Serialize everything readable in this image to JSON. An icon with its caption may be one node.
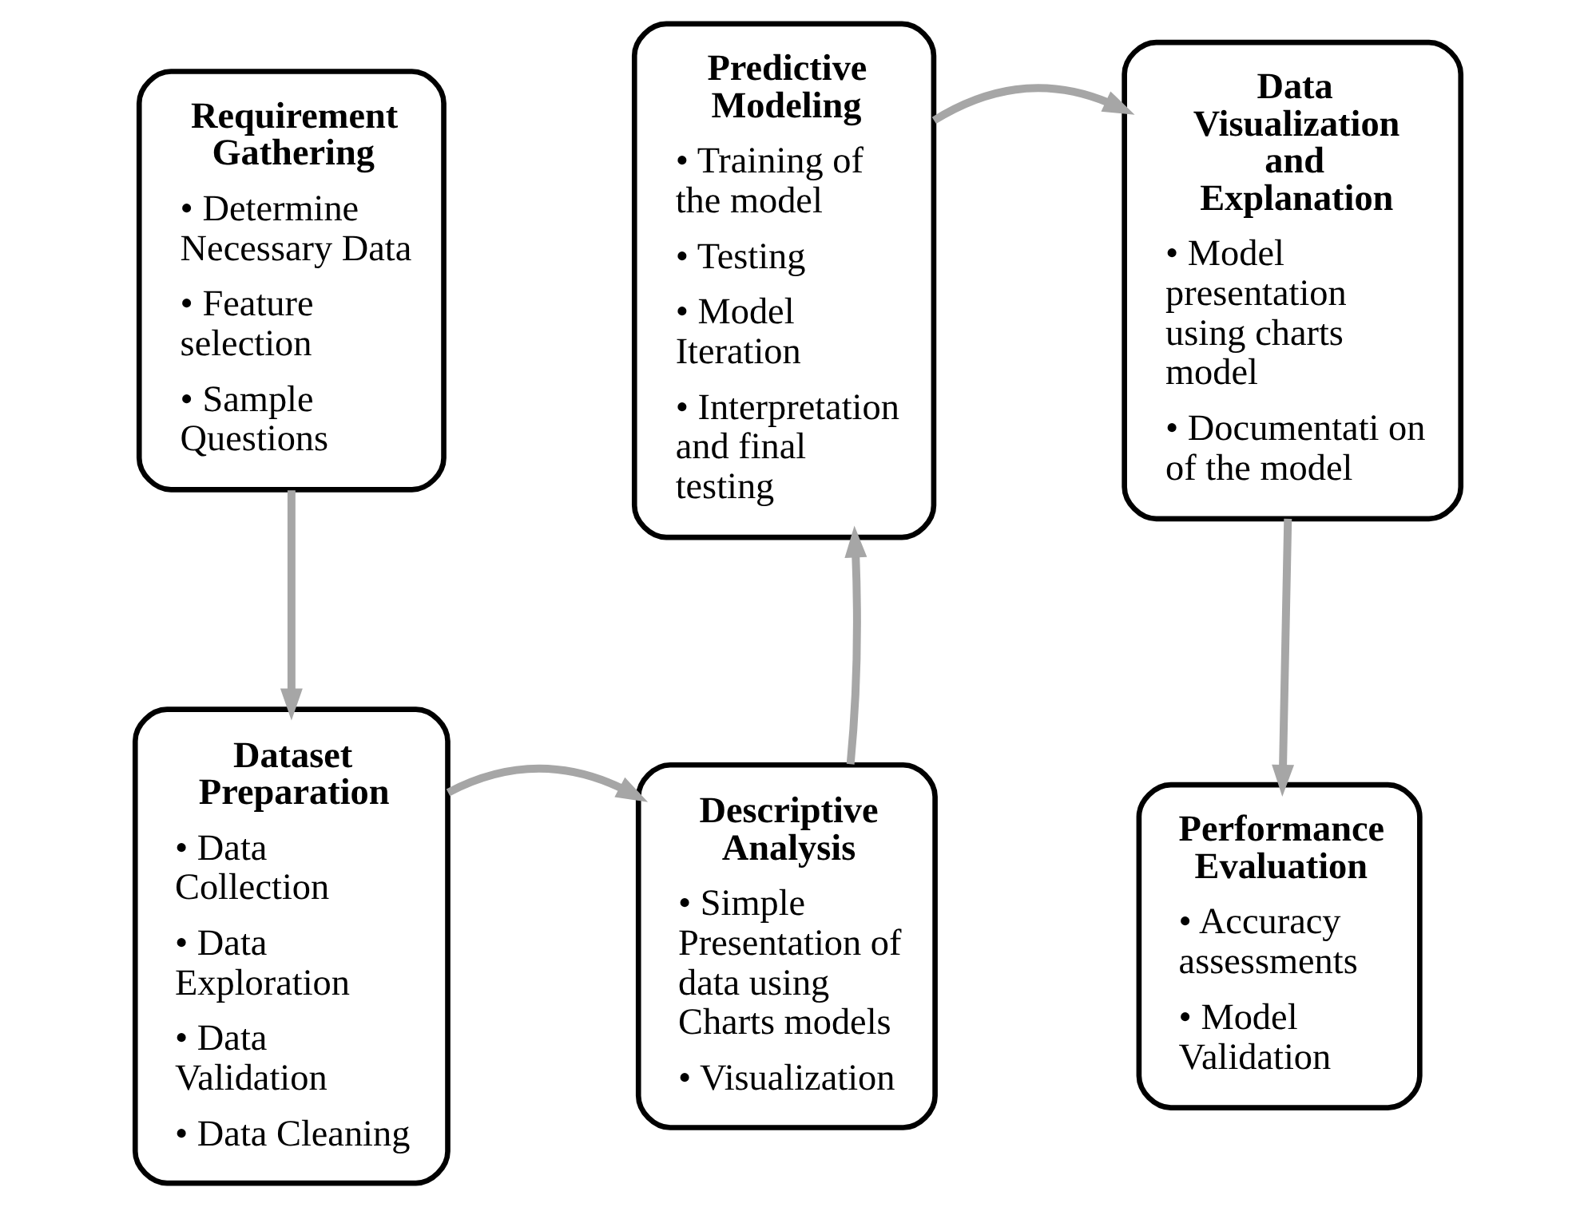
{
  "diagram": {
    "nodes": [
      {
        "text": [
          "Requirement Gathering",
          "• Determine Necessary Data",
          "• Feature selection",
          "• Sample Questions"
        ]
      },
      {
        "text": [
          "Predictive Modeling",
          "• Training of the model",
          "• Testing",
          "• Model Iteration",
          "• Interpretation and final testing"
        ]
      },
      {
        "text": [
          "Data Visualization and Explanation",
          "• Model presentation using charts model",
          "• Documentati on of the model"
        ]
      },
      {
        "text": [
          "Dataset Preparation",
          "• Data Collection",
          "• Data Exploration",
          "• Data Validation",
          "• Data Cleaning"
        ]
      },
      {
        "text": [
          "Descriptive Analysis",
          "• Simple Presentation of data using Charts models",
          "• Visualization"
        ]
      },
      {
        "text": [
          "Performance Evaluation",
          "• Accuracy assessments",
          "• Model Validation"
        ]
      }
    ],
    "edges": [
      {
        "from": 0,
        "to": 3,
        "arrow": "to"
      },
      {
        "from": 3,
        "to": 4,
        "arrow": "to"
      },
      {
        "from": 4,
        "to": 1,
        "arrow": "to"
      },
      {
        "from": 1,
        "to": 2,
        "arrow": "to"
      },
      {
        "from": 2,
        "to": 5,
        "arrow": "to"
      }
    ]
  }
}
